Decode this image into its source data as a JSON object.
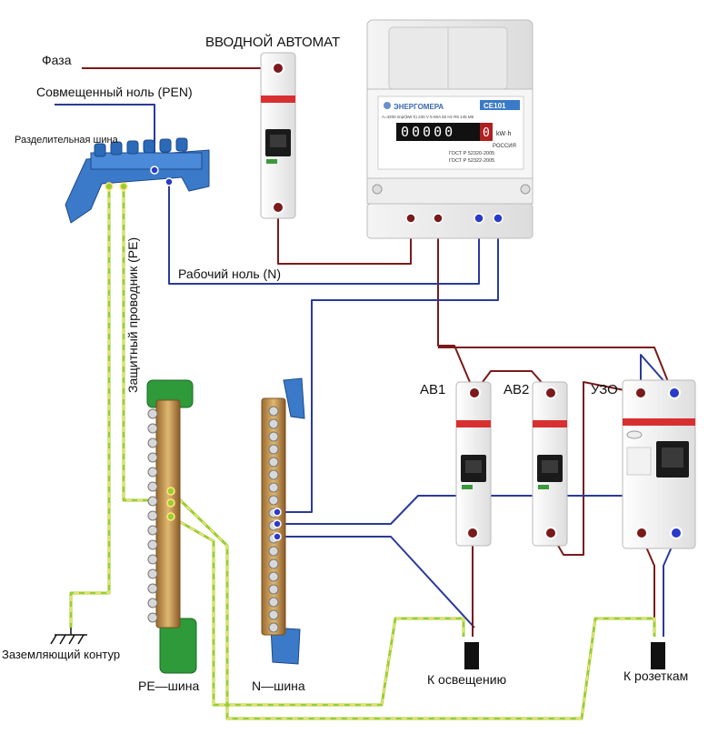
{
  "labels": {
    "input_breaker": "ВВОДНОЙ АВТОМАТ",
    "phase": "Фаза",
    "pen": "Совмещенный ноль (PEN)",
    "splitter_bus": "Разделительная шина",
    "pe_conductor": "Защитный проводник (PE)",
    "working_neutral": "Рабочий ноль (N)",
    "ground_loop": "Заземляющий контур",
    "pe_bus": "PE—шина",
    "n_bus": "N—шина",
    "ab1": "АВ1",
    "ab2": "АВ2",
    "rcd": "УЗО",
    "to_lighting": "К освещению",
    "to_sockets": "К розеткам"
  },
  "meter": {
    "brand": "ЭНЕРГОМЕРА",
    "model": "CE101",
    "spec": "A=3200 imp/(kW·h)  230 V  5-60A  50 Hz  R5 145 M6",
    "digits": "00000",
    "last_digit": "0",
    "unit": "kW·h",
    "country": "РОССИЯ",
    "gost1": "ГОСТ Р 52320-2005",
    "gost2": "ГОСТ Р 52322-2005"
  },
  "colors": {
    "phase": "#7a1a1a",
    "neutral": "#2a3a9a",
    "pe": "#9acd32",
    "pe_dash": "#ffe680",
    "brass": "#c8a060",
    "bus_blue": "#3a7ac8",
    "bus_green": "#2e9a3a"
  }
}
